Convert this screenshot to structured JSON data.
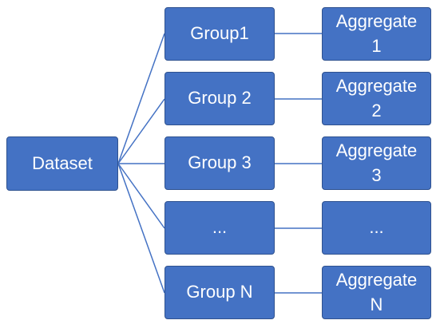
{
  "diagram": {
    "root": {
      "label": "Dataset"
    },
    "groups": [
      {
        "label": "Group1"
      },
      {
        "label": "Group 2"
      },
      {
        "label": "Group 3"
      },
      {
        "label": "..."
      },
      {
        "label": "Group N"
      }
    ],
    "aggregates": [
      {
        "label": "Aggregate\n1"
      },
      {
        "label": "Aggregate\n2"
      },
      {
        "label": "Aggregate\n3"
      },
      {
        "label": "..."
      },
      {
        "label": "Aggregate\nN"
      }
    ],
    "colors": {
      "box_fill": "#4472c4",
      "box_border": "#2f528f",
      "connector": "#4472c4",
      "text": "#ffffff"
    }
  }
}
